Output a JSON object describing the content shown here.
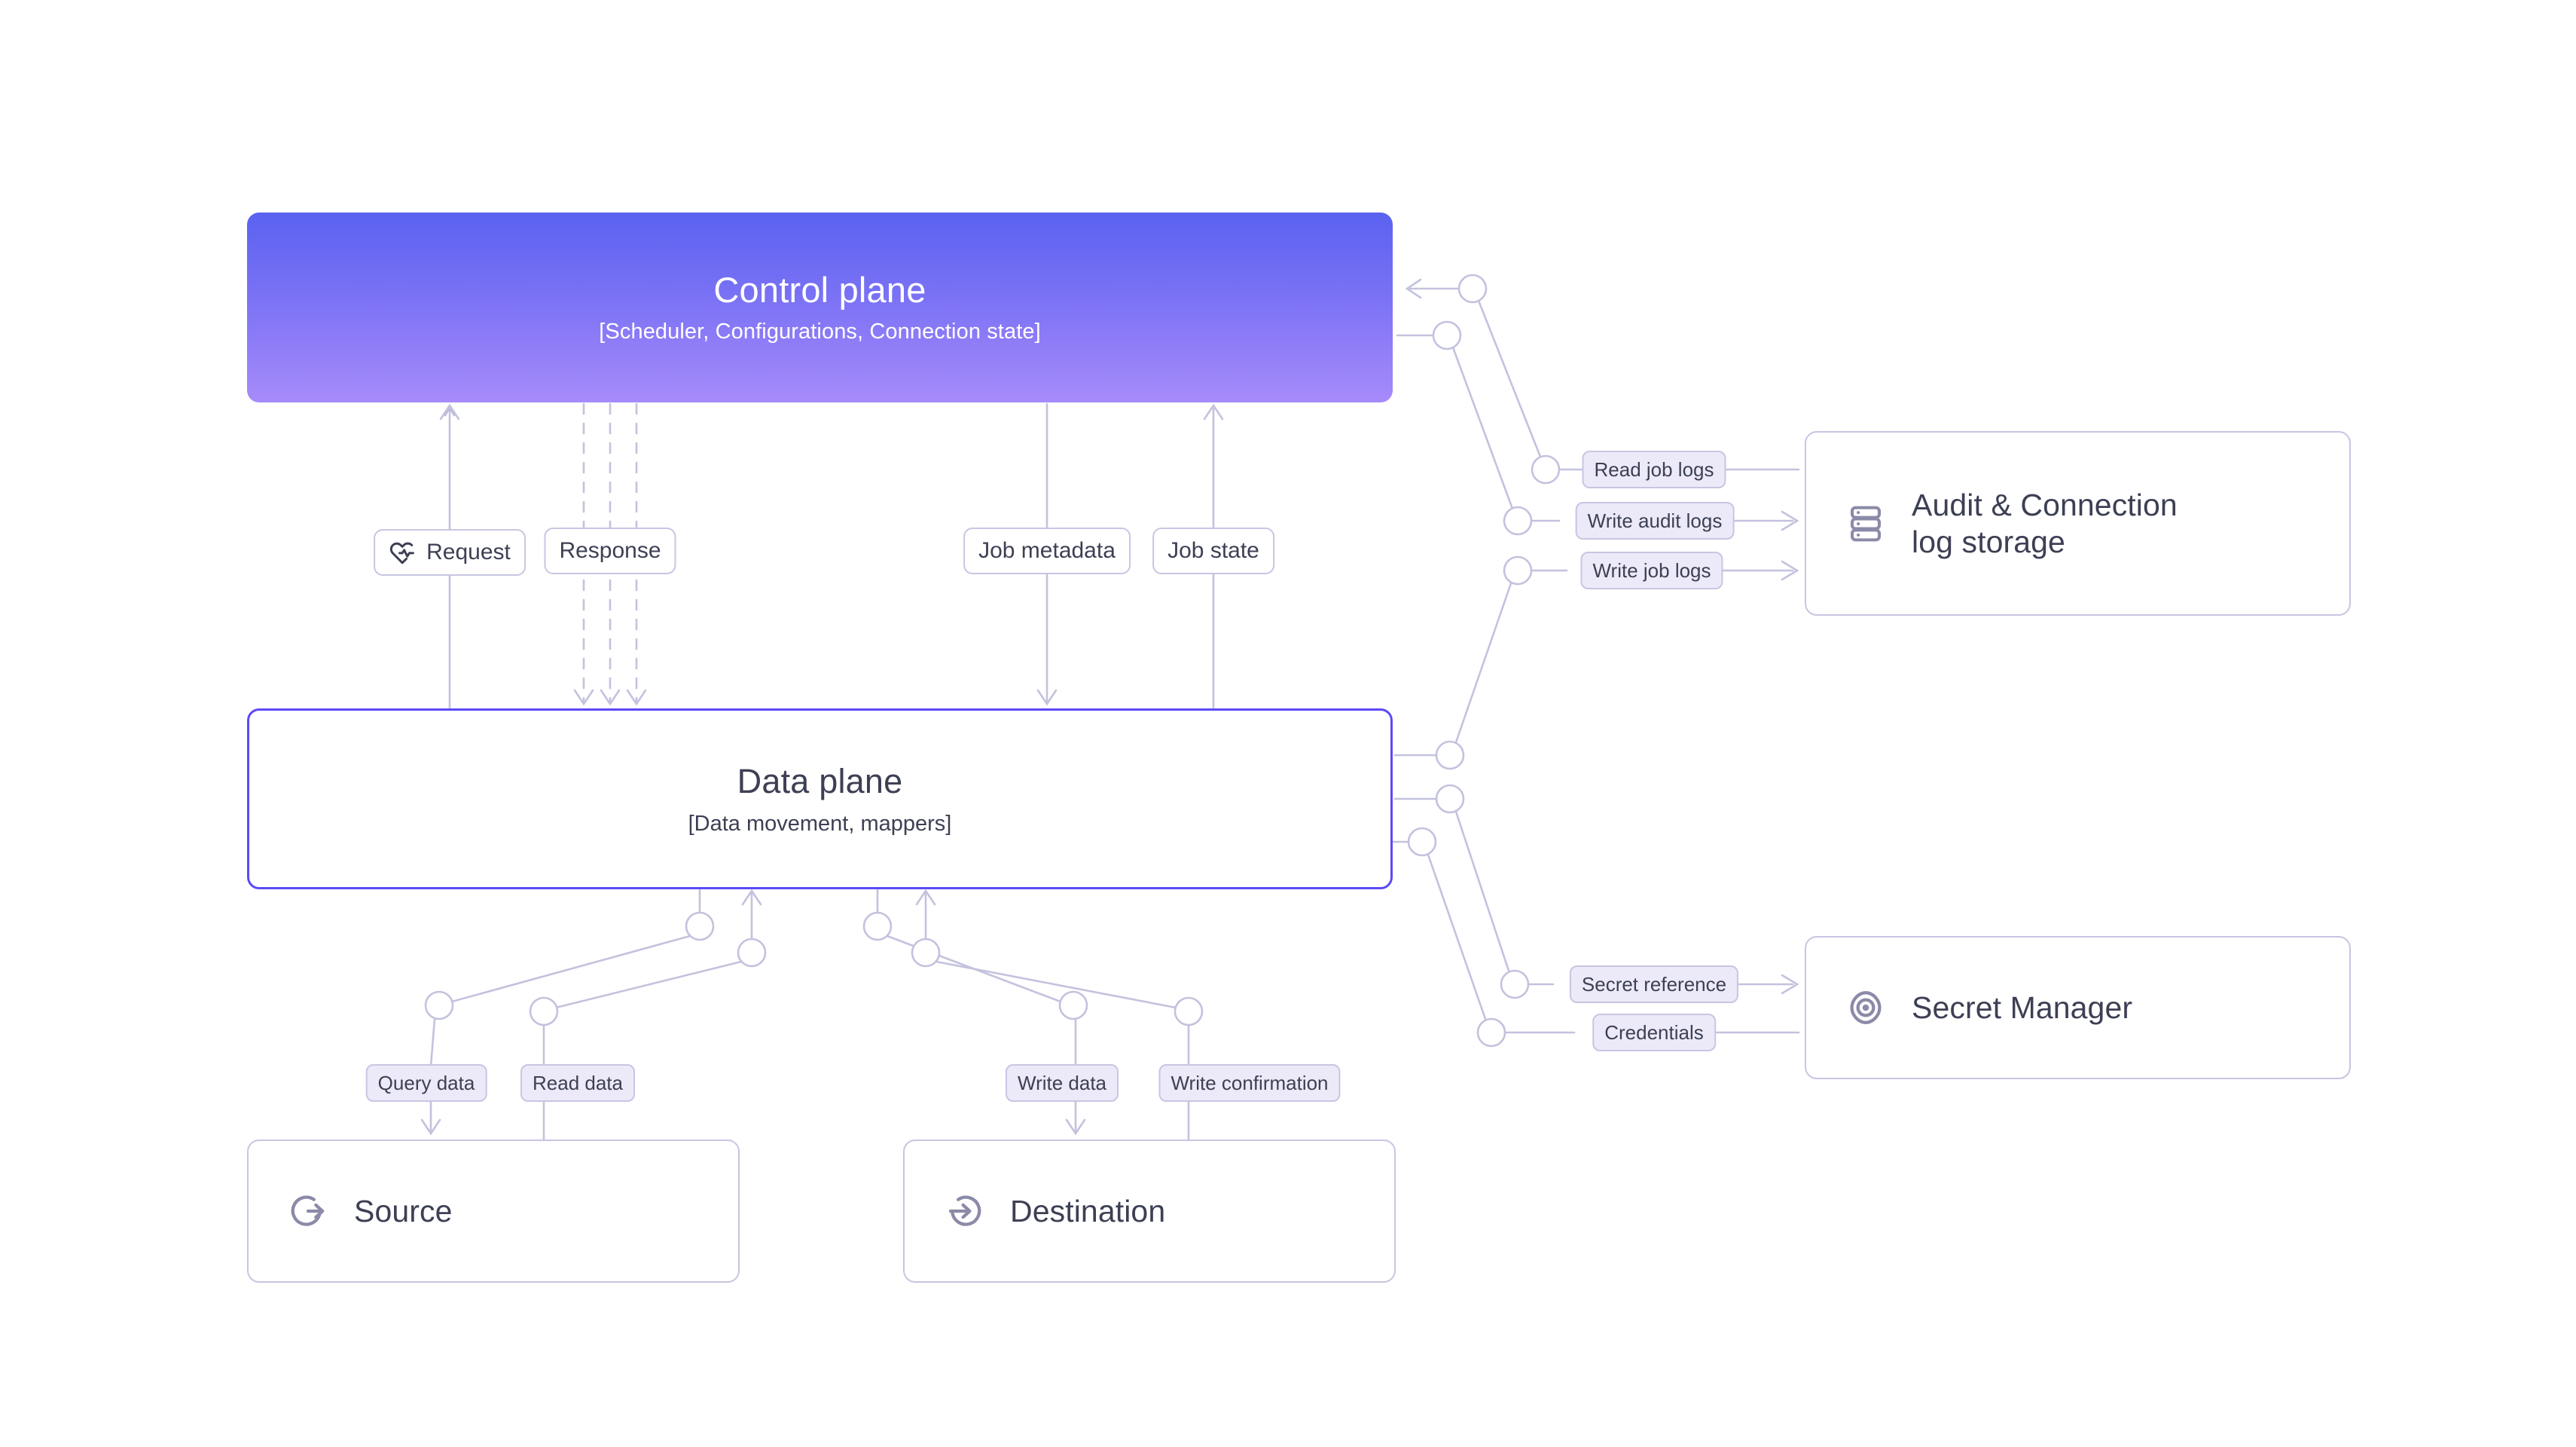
{
  "diagram": {
    "title": "Control plane / Data plane architecture",
    "background": "#ffffff",
    "colors": {
      "control_gradient_top": "#5a62f0",
      "control_gradient_bottom": "#a78bfa",
      "data_plane_border": "#5b4bf5",
      "card_border": "#c7c6e2",
      "chip_fill": "#eceaf8",
      "wire": "#c3c2de",
      "text": "#3d4054",
      "icon": "#8b8aa8"
    }
  },
  "nodes": {
    "control_plane": {
      "title": "Control plane",
      "subtitle": "[Scheduler, Configurations, Connection state]"
    },
    "data_plane": {
      "title": "Data plane",
      "subtitle": "[Data movement, mappers]"
    },
    "source": {
      "label": "Source",
      "icon": "arrow-out-circle-icon"
    },
    "destination": {
      "label": "Destination",
      "icon": "arrow-in-circle-icon"
    },
    "audit_storage": {
      "label": "Audit & Connection log storage",
      "line1": "Audit & Connection",
      "line2": "log storage",
      "icon": "server-rack-icon"
    },
    "secret_manager": {
      "label": "Secret Manager",
      "icon": "target-eye-icon"
    }
  },
  "edge_labels": {
    "request": {
      "text": "Request",
      "icon": "heart-pulse-icon",
      "style": "white"
    },
    "response": {
      "text": "Response",
      "style": "white"
    },
    "job_metadata": {
      "text": "Job metadata",
      "style": "white"
    },
    "job_state": {
      "text": "Job state",
      "style": "white"
    },
    "query_data": {
      "text": "Query data",
      "style": "lavender"
    },
    "read_data": {
      "text": "Read data",
      "style": "lavender"
    },
    "write_data": {
      "text": "Write data",
      "style": "lavender"
    },
    "write_confirmation": {
      "text": "Write confirmation",
      "style": "lavender"
    },
    "read_job_logs": {
      "text": "Read job logs",
      "style": "lavender"
    },
    "write_audit_logs": {
      "text": "Write audit logs",
      "style": "lavender"
    },
    "write_job_logs": {
      "text": "Write job logs",
      "style": "lavender"
    },
    "secret_reference": {
      "text": "Secret reference",
      "style": "lavender"
    },
    "credentials": {
      "text": "Credentials",
      "style": "lavender"
    }
  },
  "connections": [
    {
      "from": "data_plane",
      "to": "control_plane",
      "label": "Request",
      "direction": "up"
    },
    {
      "from": "control_plane",
      "to": "data_plane",
      "label": "Response",
      "direction": "down",
      "dashed": true
    },
    {
      "from": "control_plane",
      "to": "data_plane",
      "label": "Job metadata",
      "direction": "down"
    },
    {
      "from": "data_plane",
      "to": "control_plane",
      "label": "Job state",
      "direction": "up"
    },
    {
      "from": "data_plane",
      "to": "source",
      "label": "Query data",
      "direction": "down"
    },
    {
      "from": "source",
      "to": "data_plane",
      "label": "Read data",
      "direction": "up"
    },
    {
      "from": "data_plane",
      "to": "destination",
      "label": "Write data",
      "direction": "down"
    },
    {
      "from": "destination",
      "to": "data_plane",
      "label": "Write confirmation",
      "direction": "up"
    },
    {
      "from": "audit_storage",
      "to": "control_plane",
      "label": "Read job logs",
      "direction": "left"
    },
    {
      "from": "control_plane",
      "to": "audit_storage",
      "label": "Write audit logs",
      "direction": "right"
    },
    {
      "from": "data_plane",
      "to": "audit_storage",
      "label": "Write job logs",
      "direction": "right"
    },
    {
      "from": "data_plane",
      "to": "secret_manager",
      "label": "Secret reference",
      "direction": "right"
    },
    {
      "from": "secret_manager",
      "to": "data_plane",
      "label": "Credentials",
      "direction": "left"
    }
  ]
}
